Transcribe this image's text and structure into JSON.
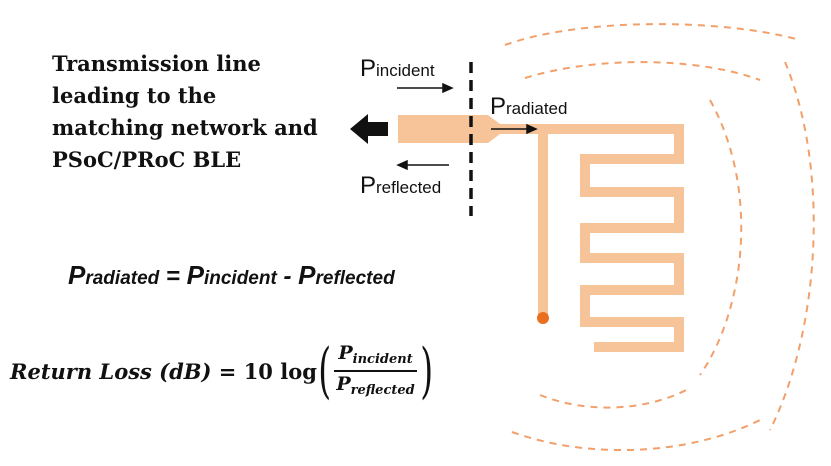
{
  "transmission_line_label": {
    "line1": "Transmission line",
    "line2": "leading to the",
    "line3": "matching network and",
    "line4": "PSoC/PRoC BLE"
  },
  "labels": {
    "p_incident": {
      "p": "P",
      "sub": "incident"
    },
    "p_radiated": {
      "p": "P",
      "sub": "radiated"
    },
    "p_reflected": {
      "p": "P",
      "sub": "reflected"
    }
  },
  "equation_power": {
    "lhs_p": "P",
    "lhs_sub": "radiated",
    "eq": " = ",
    "t1_p": "P",
    "t1_sub": "incident",
    "minus": " - ",
    "t2_p": "P",
    "t2_sub": "reflected"
  },
  "equation_return_loss": {
    "lhs": "Return Loss (dB) = 10 log",
    "num_p": "P",
    "num_sub": "incident",
    "den_p": "P",
    "den_sub": "reflected"
  },
  "colors": {
    "antenna": "#f7c49a",
    "feed_dot": "#e8701f",
    "radiation_lines": "#f2a06a",
    "arrow": "#111111",
    "reference_plane": "#111111"
  },
  "icons": [
    "left-arrow-icon",
    "right-arrow-icon"
  ]
}
